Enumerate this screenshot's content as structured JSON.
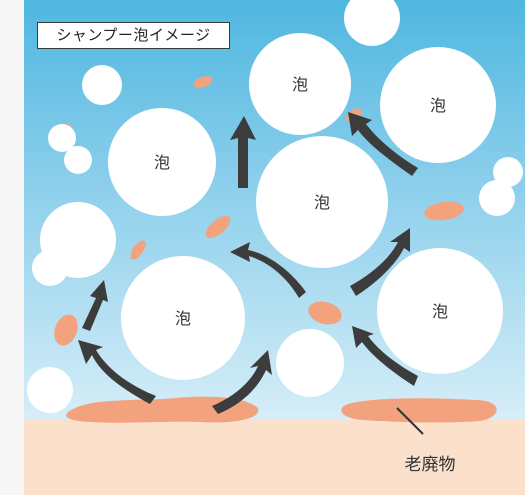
{
  "diagram": {
    "title": "シャンプー泡イメージ",
    "bubble_label": "泡",
    "waste_label": "老廃物"
  },
  "colors": {
    "sky_top": "#4fb7e0",
    "sky_bottom": "#d6eef7",
    "scalp": "#fbe1cc",
    "waste": "#f2a27c",
    "arrow": "#3c3c3c",
    "bubble": "#ffffff"
  }
}
